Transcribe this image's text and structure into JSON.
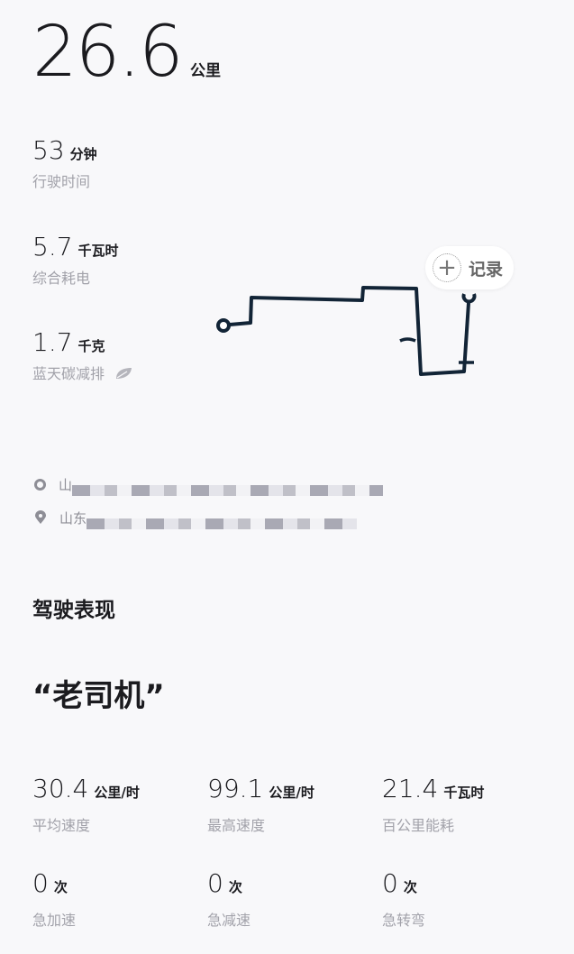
{
  "distance": {
    "value": "26.6",
    "unit": "公里"
  },
  "stats": [
    {
      "value": "53",
      "unit": "分钟",
      "label": "行驶时间"
    },
    {
      "value": "5.7",
      "unit": "千瓦时",
      "label": "综合耗电"
    },
    {
      "value": "1.7",
      "unit": "千克",
      "label": "蓝天碳减排"
    }
  ],
  "record_button": "记录",
  "route": {
    "start": "山",
    "end": "山东"
  },
  "section_title": "驾驶表现",
  "driver_title": "“老司机”",
  "metrics": [
    {
      "value": "30.4",
      "unit": "公里/时",
      "label": "平均速度"
    },
    {
      "value": "99.1",
      "unit": "公里/时",
      "label": "最高速度"
    },
    {
      "value": "21.4",
      "unit": "千瓦时",
      "label": "百公里能耗"
    },
    {
      "value": "0",
      "unit": "次",
      "label": "急加速"
    },
    {
      "value": "0",
      "unit": "次",
      "label": "急减速"
    },
    {
      "value": "0",
      "unit": "次",
      "label": "急转弯"
    }
  ]
}
